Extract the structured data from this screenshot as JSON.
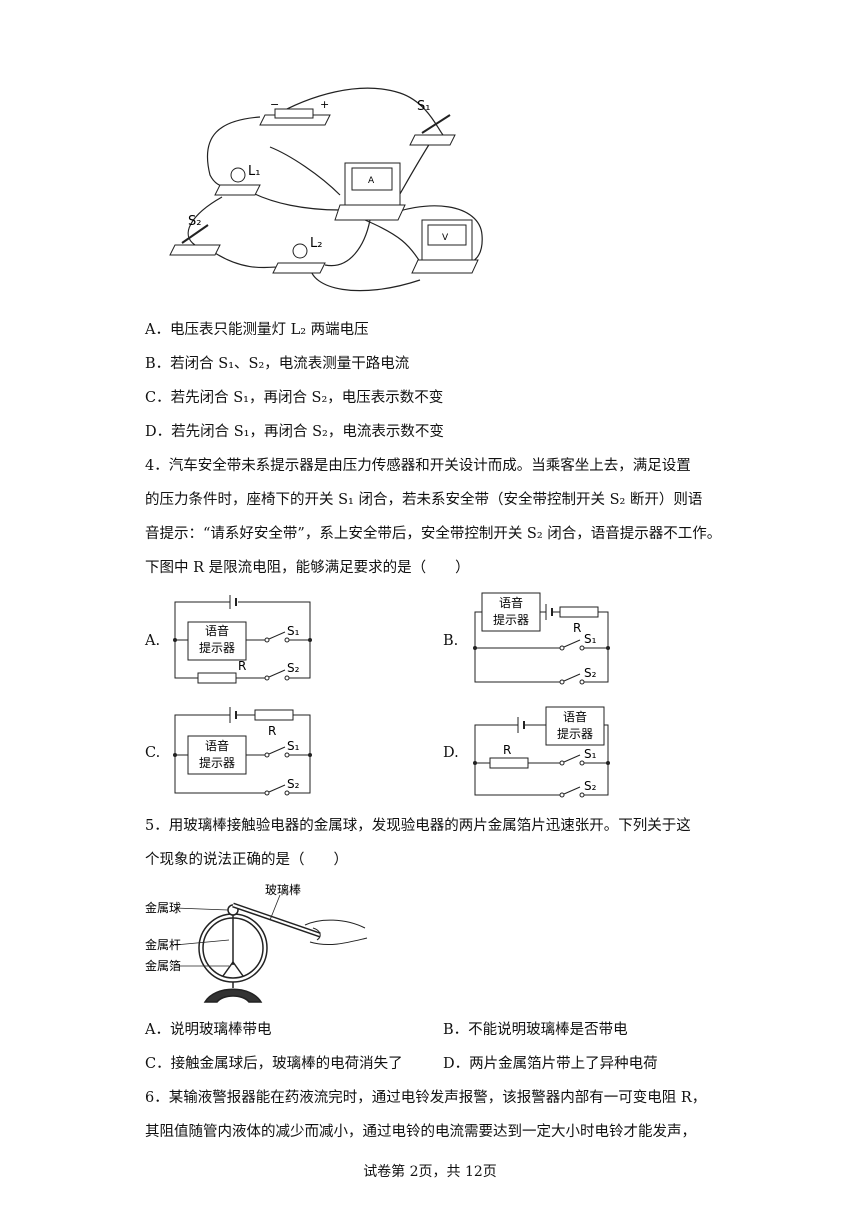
{
  "q3": {
    "options": [
      "A．电压表只能测量灯 L₂ 两端电压",
      "B．若闭合 S₁、S₂，电流表测量干路电流",
      "C．若先闭合 S₁，再闭合 S₂，电压表示数不变",
      "D．若先闭合 S₁，再闭合 S₂，电流表示数不变"
    ],
    "figure_labels": {
      "s1": "S₁",
      "s2": "S₂",
      "l1": "L₁",
      "l2": "L₂",
      "ammeter": "A",
      "voltmeter": "V",
      "minus": "−",
      "plus": "+"
    }
  },
  "q4": {
    "text_lines": [
      "4．汽车安全带未系提示器是由压力传感器和开关设计而成。当乘客坐上去，满足设置",
      "的压力条件时，座椅下的开关 S₁ 闭合，若未系安全带（安全带控制开关 S₂ 断开）则语",
      "音提示：“请系好安全带”，系上安全带后，安全带控制开关 S₂ 闭合，语音提示器不工作。",
      "下图中 R 是限流电阻，能够满足要求的是（　　）"
    ],
    "options": [
      "A.",
      "B.",
      "C.",
      "D."
    ],
    "device_line1": "语音",
    "device_line2": "提示器",
    "r_label": "R",
    "s1": "S₁",
    "s2": "S₂"
  },
  "q5": {
    "text_lines": [
      "5．用玻璃棒接触验电器的金属球，发现验电器的两片金属箔片迅速张开。下列关于这",
      "个现象的说法正确的是（　　）"
    ],
    "figure_labels": [
      "金属球",
      "玻璃棒",
      "金属杆",
      "金属箔"
    ],
    "options": [
      "A．说明玻璃棒带电",
      "B．不能说明玻璃棒是否带电",
      "C．接触金属球后，玻璃棒的电荷消失了",
      "D．两片金属箔片带上了异种电荷"
    ]
  },
  "q6": {
    "text_lines": [
      "6．某输液警报器能在药液流完时，通过电铃发声报警，该报警器内部有一可变电阻 R，",
      "其阻值随管内液体的减少而减小，通过电铃的电流需要达到一定大小时电铃才能发声，"
    ]
  },
  "footer": "试卷第 2页，共 12页"
}
